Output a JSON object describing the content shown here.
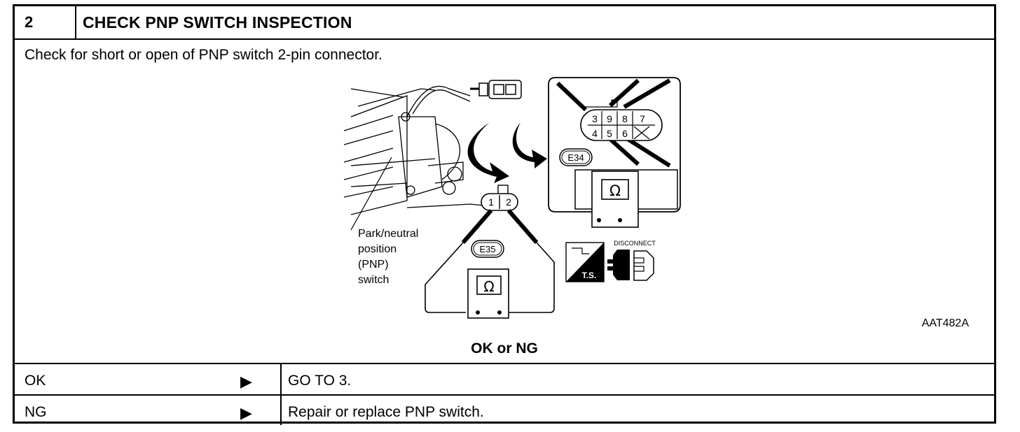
{
  "step": {
    "number": "2",
    "title": "CHECK PNP SWITCH INSPECTION",
    "instruction": "Check for short or open of PNP switch 2-pin connector."
  },
  "figure": {
    "component_label": [
      "Park/neutral",
      "position",
      "(PNP)",
      "switch"
    ],
    "connector_e35": "E35",
    "connector_e34": "E34",
    "e35_pins": [
      "1",
      "2"
    ],
    "e34_pins_top": [
      "3",
      "9",
      "8",
      "7"
    ],
    "e34_pins_bottom": [
      "4",
      "5",
      "6"
    ],
    "ohm_symbol": "Ω",
    "ts_label": "T.S.",
    "disconnect_label": "DISCONNECT",
    "figure_code": "AAT482A"
  },
  "result": {
    "heading": "OK or NG",
    "rows": [
      {
        "label": "OK",
        "arrow": "▶",
        "action": "GO TO 3."
      },
      {
        "label": "NG",
        "arrow": "▶",
        "action": "Repair or replace PNP switch."
      }
    ]
  }
}
